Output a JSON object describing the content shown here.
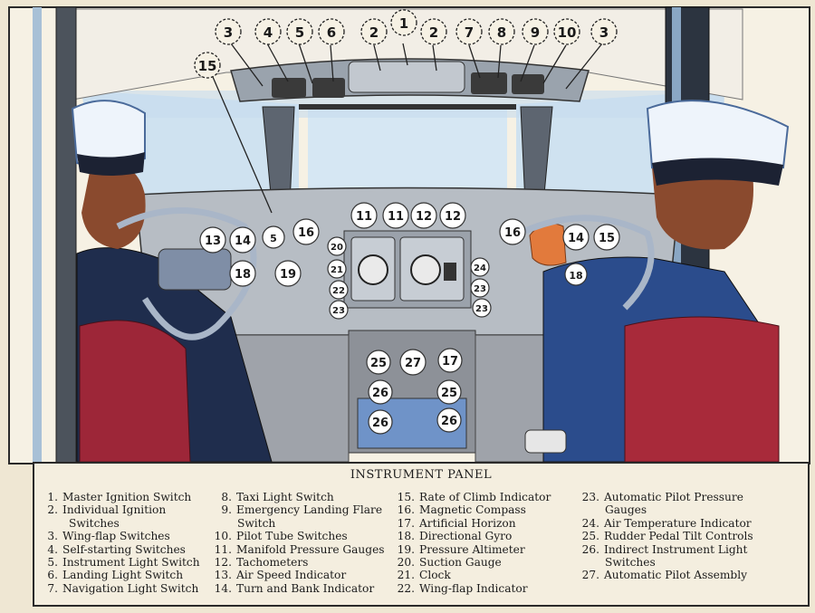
{
  "callouts_top": [
    "3",
    "4",
    "5",
    "6",
    "2",
    "1",
    "2",
    "7",
    "8",
    "9",
    "10",
    "3",
    "15"
  ],
  "panel_labels": {
    "row1": [
      "11",
      "11",
      "12",
      "12"
    ],
    "left": [
      "13",
      "14",
      "5",
      "16",
      "18",
      "19",
      "20",
      "21",
      "22",
      "23"
    ],
    "right": [
      "16",
      "14",
      "15",
      "18",
      "24",
      "23",
      "23"
    ],
    "center": [
      "25",
      "27",
      "17",
      "26",
      "25",
      "26",
      "26"
    ]
  },
  "legend": {
    "title": "INSTRUMENT PANEL",
    "col1": [
      {
        "num": "1.",
        "text": "Master Ignition Switch"
      },
      {
        "num": "2.",
        "text": "Individual Ignition",
        "cont": "Switches"
      },
      {
        "num": "3.",
        "text": "Wing-flap Switches"
      },
      {
        "num": "4.",
        "text": "Self-starting Switches"
      },
      {
        "num": "5.",
        "text": "Instrument Light Switch"
      },
      {
        "num": "6.",
        "text": "Landing Light Switch"
      },
      {
        "num": "7.",
        "text": "Navigation Light  Switch"
      }
    ],
    "col2": [
      {
        "num": "8.",
        "text": "Taxi Light Switch"
      },
      {
        "num": "9.",
        "text": "Emergency Landing Flare",
        "cont": "Switch"
      },
      {
        "num": "10.",
        "text": "Pilot Tube Switches"
      },
      {
        "num": "11.",
        "text": "Manifold Pressure Gauges"
      },
      {
        "num": "12.",
        "text": "Tachometers"
      },
      {
        "num": "13.",
        "text": "Air Speed Indicator"
      },
      {
        "num": "14.",
        "text": "Turn and Bank Indicator"
      }
    ],
    "col3": [
      {
        "num": "15.",
        "text": "Rate of Climb Indicator"
      },
      {
        "num": "16.",
        "text": "Magnetic Compass"
      },
      {
        "num": "17.",
        "text": "Artificial Horizon"
      },
      {
        "num": "18.",
        "text": "Directional Gyro"
      },
      {
        "num": "19.",
        "text": "Pressure Altimeter"
      },
      {
        "num": "20.",
        "text": "Suction Gauge"
      },
      {
        "num": "21.",
        "text": "Clock"
      },
      {
        "num": "22.",
        "text": "Wing-flap Indicator"
      }
    ],
    "col4": [
      {
        "num": "23.",
        "text": "Automatic Pilot Pressure",
        "cont": "Gauges"
      },
      {
        "num": "24.",
        "text": "Air Temperature Indicator"
      },
      {
        "num": "25.",
        "text": "Rudder Pedal Tilt Controls"
      },
      {
        "num": "26.",
        "text": "Indirect Instrument Light",
        "cont": "Switches"
      },
      {
        "num": "27.",
        "text": "Automatic Pilot Assembly"
      }
    ]
  }
}
